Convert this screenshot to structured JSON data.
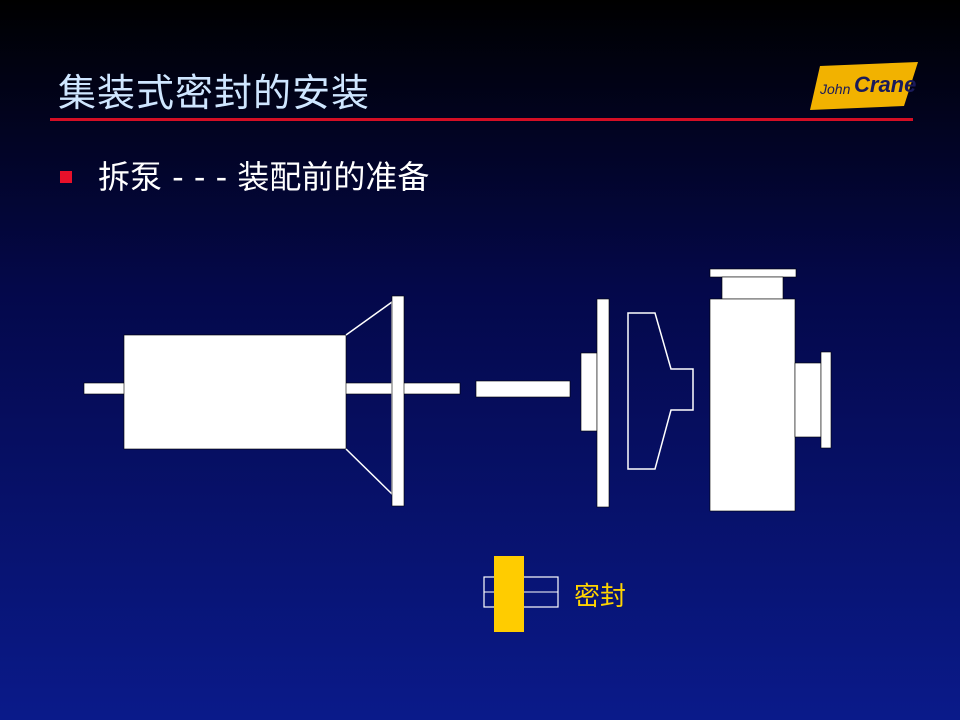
{
  "slide": {
    "title": "集装式密封的安装",
    "bullet_text": "拆泵 - - - 装配前的准备"
  },
  "logo": {
    "text": "John Crane",
    "part1": "John",
    "part2": "Crane",
    "bg_color": "#f2b200",
    "text_color": "#1a1a5a"
  },
  "diagram": {
    "seal_label": "密封",
    "fill_color": "#ffffff",
    "seal_color": "#ffcc00"
  },
  "colors": {
    "background_top": "#000000",
    "background_bottom": "#0a1a8a",
    "rule": "#d40e24",
    "bullet": "#e8102a"
  }
}
